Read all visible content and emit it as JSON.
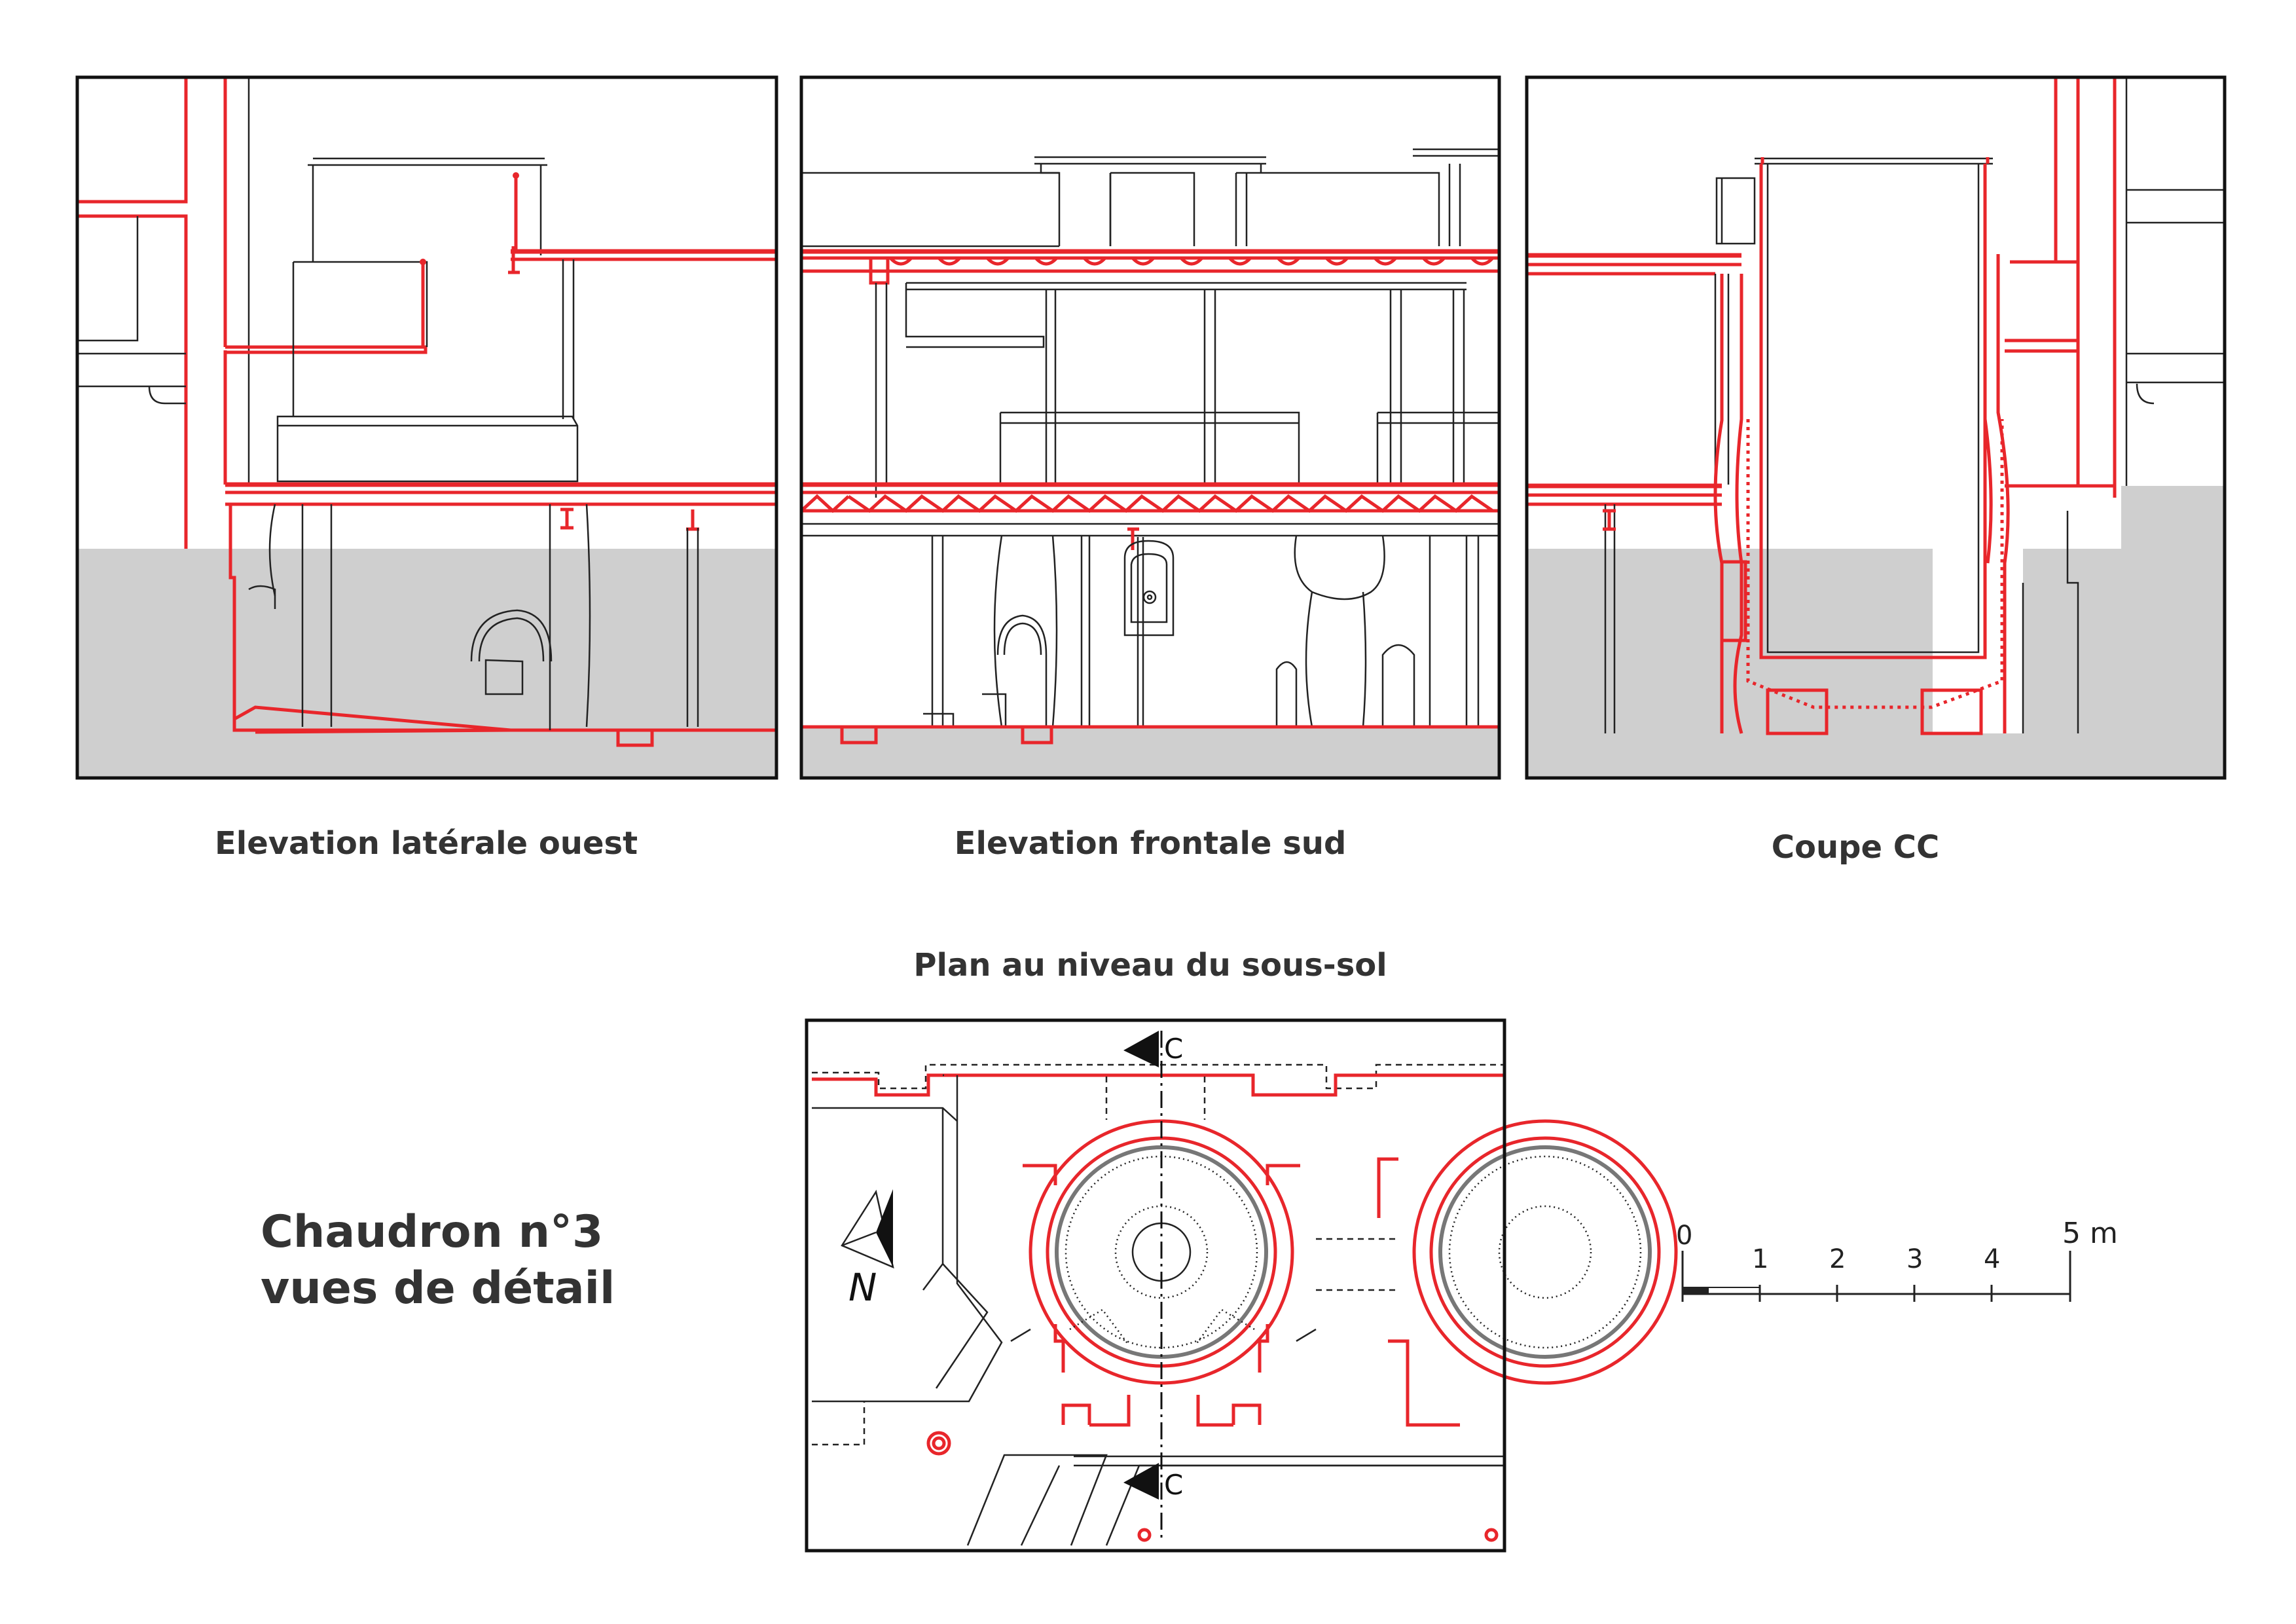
{
  "captions": {
    "west": "Elevation latérale ouest",
    "south": "Elevation frontale sud",
    "section": "Coupe CC",
    "plan": "Plan au niveau du sous-sol",
    "title_line1": "Chaudron n°3",
    "title_line2": "vues de détail"
  },
  "plan_labels": {
    "section_marker_top": "C",
    "section_marker_bottom": "C",
    "north": "N"
  },
  "scale": {
    "ticks": [
      "0",
      "1",
      "2",
      "3",
      "4"
    ],
    "end_label": "5 m"
  },
  "colors": {
    "section_line": "#e8262b",
    "ground_fill": "#cfcfcf",
    "line": "#222222"
  }
}
